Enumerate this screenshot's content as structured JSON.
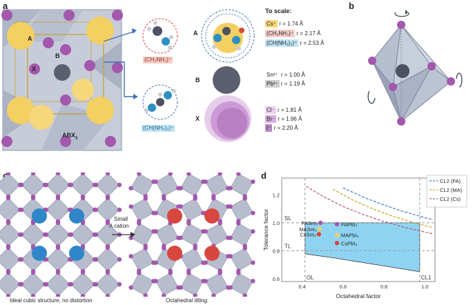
{
  "panels": {
    "a": "a",
    "b": "b",
    "c": "c",
    "d": "d"
  },
  "panel_a": {
    "site_labels": {
      "A": "A",
      "B": "B",
      "X": "X"
    },
    "formula": "ABX",
    "formula_sub": "3",
    "molecule_ma": "(CH",
    "molecule_ma_full": "(CH₃NH₃)⁺",
    "molecule_fa_full": "(CH(NH₂)₂)⁺",
    "to_scale": "To scale:",
    "row_a": "A",
    "row_b": "B",
    "row_x": "X",
    "a_radii": [
      {
        "ion": "Cs⁺",
        "value": "r = 1.74 Å",
        "color": "#f6d87a"
      },
      {
        "ion": "(CH₃NH₃)⁺",
        "value": "r = 2.17 Å",
        "color": "#f6cdc6"
      },
      {
        "ion": "(CH(NH₂)₂)⁺",
        "value": "r = 2.53 Å",
        "color": "#bfe4f5"
      }
    ],
    "b_radii": [
      {
        "ion": "Sn²⁺",
        "value": "r = 1.00 Å",
        "color": "#ffffff"
      },
      {
        "ion": "Pb²⁺",
        "value": "r = 1.19 Å",
        "color": "#cfcfcf"
      }
    ],
    "x_radii": [
      {
        "ion": "Cl⁻",
        "value": "r = 1.81 Å",
        "color": "#ead2ee"
      },
      {
        "ion": "Br⁻",
        "value": "r = 1.96 Å",
        "color": "#d7aee0"
      },
      {
        "ion": "I⁻",
        "value": "r = 2.20 Å",
        "color": "#b888c6"
      }
    ]
  },
  "panel_c": {
    "arrow_text_1": "Small",
    "arrow_text_2": "A cation",
    "caption_left": "Ideal cubic structure, no distortion",
    "caption_right": "Octahedral tilting"
  },
  "colors": {
    "a_site": "#f4cf61",
    "b_site": "#5a5f70",
    "x_site": "#a357ad",
    "octa": "#9aa2b6",
    "blue_cation": "#2f86c8",
    "red_cation": "#d8473f",
    "fill_region": "#8fd3f2"
  },
  "chart_data": {
    "type": "scatter",
    "xlabel": "Octahedral factor",
    "ylabel": "Tolerance factor",
    "xlim": [
      0.3,
      1.05
    ],
    "ylim": [
      0.58,
      1.32
    ],
    "x_ticks": [
      0.4,
      0.6,
      0.8,
      1.0
    ],
    "y_ticks": [
      0.6,
      0.8,
      1.0,
      1.2
    ],
    "legend_position": "top-right",
    "lines": [
      {
        "name": "SL",
        "y": 1.0,
        "style": "dashed"
      },
      {
        "name": "TL",
        "y": 0.8,
        "style": "dashed"
      },
      {
        "name": "OL",
        "x": 0.414,
        "style": "dashed"
      },
      {
        "name": "CL1",
        "x": 0.975,
        "style": "dashed"
      }
    ],
    "series": [
      {
        "name": "CL2 (FA)",
        "color": "#3a78c2",
        "style": "dashed",
        "x": [
          0.6,
          0.7,
          0.8,
          0.9,
          1.0,
          1.04
        ],
        "y": [
          1.25,
          1.183,
          1.127,
          1.079,
          1.037,
          1.022
        ]
      },
      {
        "name": "CL2 (MA)",
        "color": "#c9a227",
        "style": "dashed",
        "x": [
          0.55,
          0.65,
          0.75,
          0.85,
          0.95,
          1.04
        ],
        "y": [
          1.24,
          1.161,
          1.097,
          1.044,
          1.0,
          0.966
        ]
      },
      {
        "name": "CL2 (Cs)",
        "color": "#b05a7a",
        "style": "dashed",
        "x": [
          0.42,
          0.5,
          0.6,
          0.7,
          0.8,
          0.9,
          1.0,
          1.04
        ],
        "y": [
          1.26,
          1.19,
          1.117,
          1.058,
          1.009,
          0.968,
          0.934,
          0.921
        ]
      }
    ],
    "stable_region": {
      "x": [
        0.414,
        0.975,
        0.975,
        0.85,
        0.7,
        0.55,
        0.414
      ],
      "y": [
        1.0,
        1.0,
        0.65,
        0.68,
        0.715,
        0.75,
        0.778
      ]
    },
    "points": [
      {
        "label": "FASnI₃",
        "x": 0.49,
        "y": 1.0,
        "color": "#a357ad"
      },
      {
        "label": "MASnI₃",
        "x": 0.485,
        "y": 0.955,
        "color": "#f4cf61"
      },
      {
        "label": "CsSnI₃",
        "x": 0.482,
        "y": 0.918,
        "color": "#d8473f"
      },
      {
        "label": "FAPbI₃",
        "x": 0.57,
        "y": 0.99,
        "color": "#a357ad"
      },
      {
        "label": "MAPbI₃",
        "x": 0.57,
        "y": 0.912,
        "color": "#f4cf61"
      },
      {
        "label": "CsPbI₃",
        "x": 0.57,
        "y": 0.855,
        "color": "#d8473f"
      }
    ]
  }
}
